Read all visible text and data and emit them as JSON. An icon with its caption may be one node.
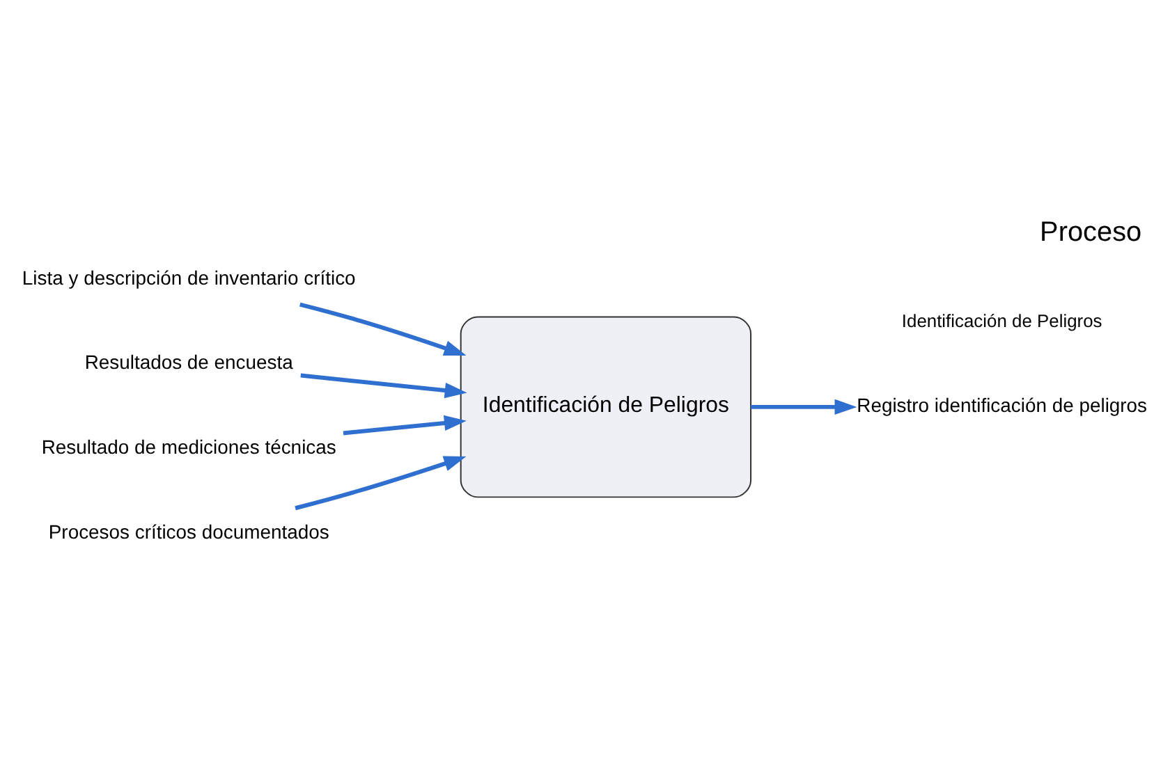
{
  "diagram": {
    "title": "Proceso",
    "nodes": [
      {
        "text": [
          "Lista y descripción de inventario crítico"
        ]
      },
      {
        "text": [
          "Resultados de encuesta"
        ]
      },
      {
        "text": [
          "Resultado de mediciones técnicas"
        ]
      },
      {
        "text": [
          "Procesos críticos documentados"
        ]
      },
      {
        "text": [
          "Identificación de Peligros"
        ]
      },
      {
        "text": [
          "Registro identificación de peligros"
        ]
      }
    ],
    "edges": [
      {
        "from": 0,
        "to": 4,
        "arrow": "to"
      },
      {
        "from": 1,
        "to": 4,
        "arrow": "to"
      },
      {
        "from": 2,
        "to": 4,
        "arrow": "to"
      },
      {
        "from": 3,
        "to": 4,
        "arrow": "to"
      },
      {
        "from": 4,
        "to": 5,
        "arrow": "to"
      }
    ],
    "labels": [
      "Identificación de Peligros"
    ]
  }
}
